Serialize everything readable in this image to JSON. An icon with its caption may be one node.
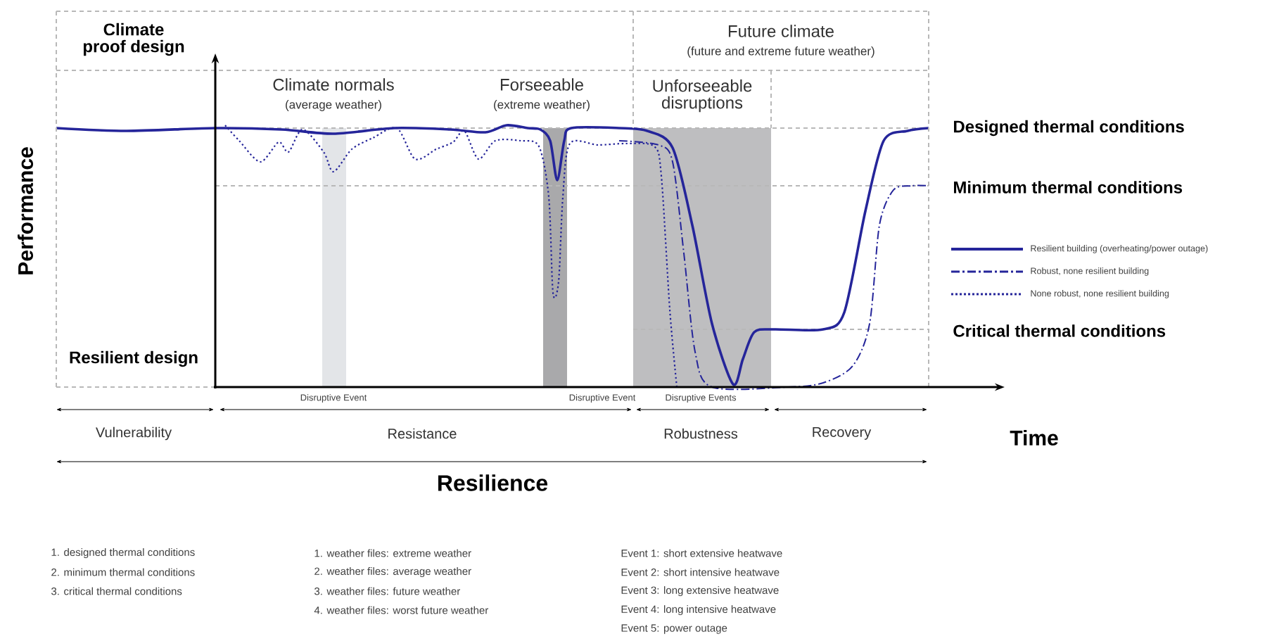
{
  "diagram": {
    "labels": [
      "Climate proof design",
      "Climate normals",
      "(average weather)",
      "Forseeable",
      "(extreme weather)",
      "Future climate",
      "(future and extreme future weather)",
      "Unforseeable disruptions",
      "Performance",
      "Designed thermal conditions",
      "Minimum thermal conditions",
      "Resilient design",
      "Critical thermal conditions",
      "Disruptive Event",
      "Disruptive Event",
      "Disruptive Events",
      "Vulnerability",
      "Resistance",
      "Robustness",
      "Recovery",
      "Time",
      "Resilience",
      "1. designed thermal conditions",
      "2. minimum thermal conditions",
      "3. critical thermal conditions",
      "1. weather files: extreme weather",
      "2. weather files: average weather",
      "3. weather files: future weather",
      "4. weather files: worst future weather",
      "Event 1: short extensive heatwave",
      "Event 2: short intensive heatwave",
      "Event 3: long extensive heatwave",
      "Event 4: long intensive heatwave",
      "Event 5: power outage"
    ],
    "legend": [
      {
        "text": "Resilient building (overheating/power outage)"
      },
      {
        "text": "Robust, none resilient building"
      },
      {
        "text": "None robust, none resilient building"
      }
    ]
  }
}
